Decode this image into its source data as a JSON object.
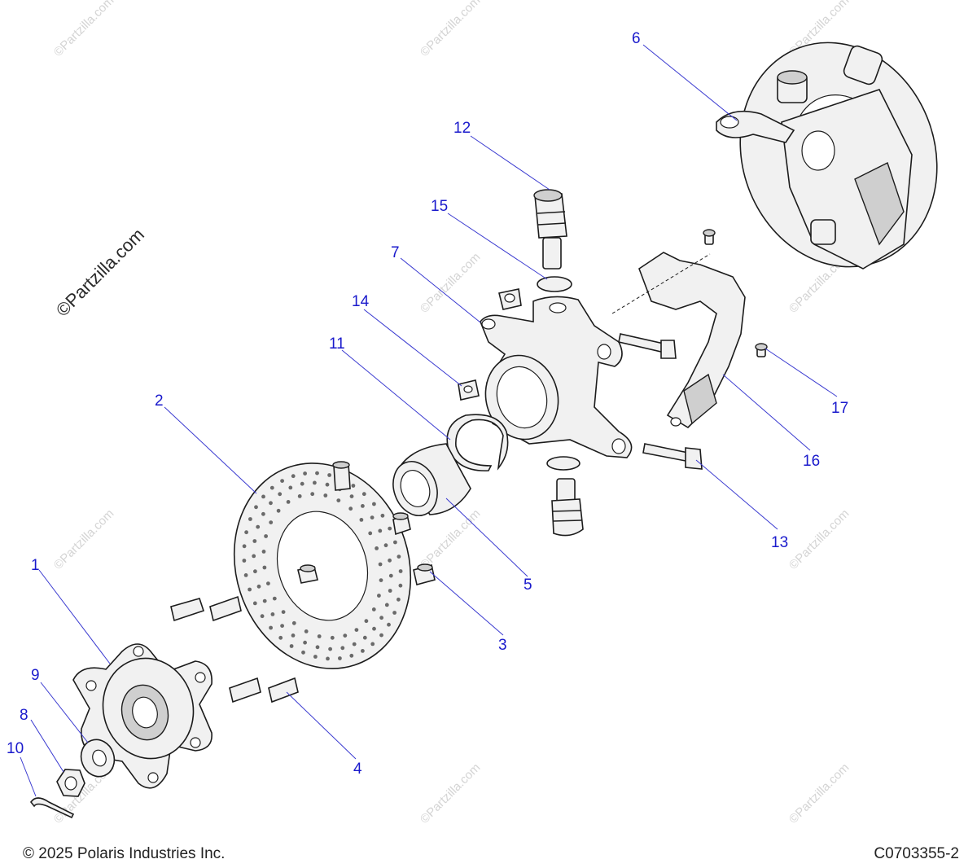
{
  "watermark": "©Partzilla.com",
  "footer": {
    "copyright": "© 2025 Polaris Industries Inc.",
    "diagram_code": "C0703355-2"
  },
  "callouts": [
    "1",
    "2",
    "3",
    "4",
    "5",
    "6",
    "7",
    "8",
    "9",
    "10",
    "11",
    "12",
    "13",
    "14",
    "15",
    "16",
    "17"
  ],
  "colors": {
    "callout": "#1a1acc",
    "line": "#1c1c1c",
    "part_fill": "#f1f1f1"
  }
}
